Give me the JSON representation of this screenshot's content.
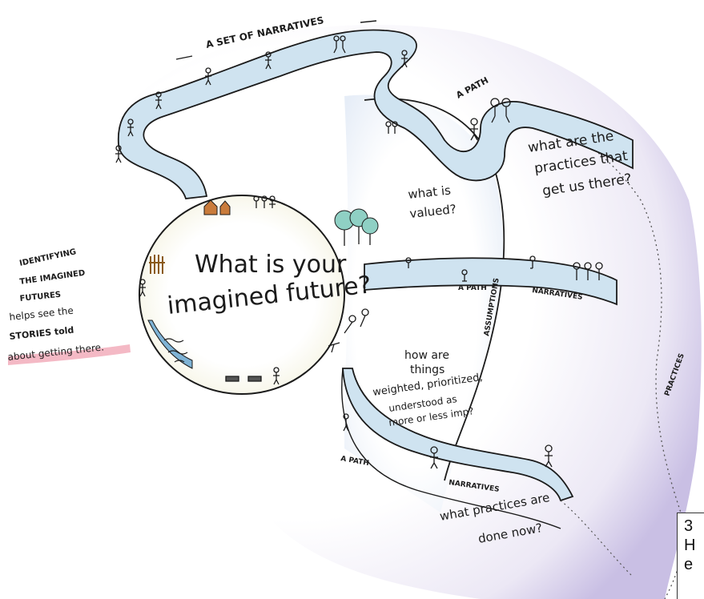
{
  "center_question": [
    "What is your",
    "imagined future?"
  ],
  "top_narratives_label": "A SET OF NARRATIVES",
  "path_labels": {
    "upper": "A PATH",
    "middle": "A PATH",
    "lower": "A PATH"
  },
  "narratives_labels": {
    "middle": "NARRATIVES",
    "lower": "NARRATIVES"
  },
  "side_labels": {
    "inner_arc": "ASSUMPTIONS",
    "outer_arc": "PRACTICES"
  },
  "questions": {
    "practices_there": [
      "what are the",
      "practices that",
      "get us there?"
    ],
    "valued": [
      "what is",
      "valued?"
    ],
    "weighted": [
      "how are",
      "things",
      "weighted, prioritized,",
      "understood as",
      "more or less imp?"
    ],
    "practices_now": [
      "what practices are",
      "done now?"
    ]
  },
  "left_note": [
    "IDENTIFYING",
    "THE IMAGINED",
    "FUTURES",
    "helps see the",
    "STORIES told",
    "about getting there."
  ],
  "caption_fragment": [
    "3",
    "H",
    "e"
  ],
  "colors": {
    "river": "#cfe3f0",
    "outer_band": "#cfc6e6",
    "highlight": "#f1a8b6",
    "ink": "#1b1b1b"
  }
}
